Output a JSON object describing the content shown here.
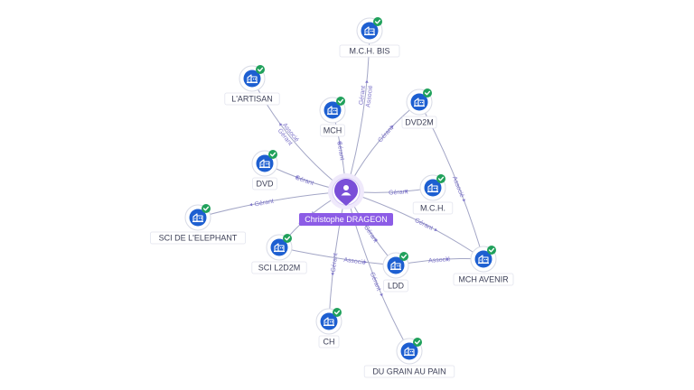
{
  "center": {
    "label": "Christophe DRAGEON"
  },
  "nodes": [
    {
      "id": "mch-bis",
      "label": "M.C.H. BIS"
    },
    {
      "id": "lartisan",
      "label": "L'ARTISAN"
    },
    {
      "id": "mch",
      "label": "MCH"
    },
    {
      "id": "dvd2m",
      "label": "DVD2M"
    },
    {
      "id": "dvd",
      "label": "DVD"
    },
    {
      "id": "m-c-h",
      "label": "M.C.H."
    },
    {
      "id": "sci-elephant",
      "label": "SCI DE L'ELEPHANT"
    },
    {
      "id": "sci-l2d2m",
      "label": "SCI L2D2M"
    },
    {
      "id": "mch-avenir",
      "label": "MCH AVENIR"
    },
    {
      "id": "ldd",
      "label": "LDD"
    },
    {
      "id": "ch",
      "label": "CH"
    },
    {
      "id": "du-grain",
      "label": "DU GRAIN AU PAIN"
    }
  ],
  "edges": [
    {
      "from": "center",
      "to": "mch-bis",
      "labels": [
        "Gérant",
        "Associé"
      ]
    },
    {
      "from": "center",
      "to": "lartisan",
      "labels": [
        "Gérant",
        "Associé"
      ]
    },
    {
      "from": "center",
      "to": "mch",
      "labels": [
        "Gérant"
      ]
    },
    {
      "from": "center",
      "to": "dvd2m",
      "labels": [
        "Gérant"
      ]
    },
    {
      "from": "center",
      "to": "dvd",
      "labels": [
        "Gérant"
      ]
    },
    {
      "from": "center",
      "to": "m-c-h",
      "labels": [
        "Gérant"
      ]
    },
    {
      "from": "center",
      "to": "sci-elephant",
      "labels": [
        "Gérant"
      ]
    },
    {
      "from": "center",
      "to": "sci-l2d2m",
      "labels": [
        "Gérant"
      ]
    },
    {
      "from": "center",
      "to": "mch-avenir",
      "labels": [
        "Gérant"
      ]
    },
    {
      "from": "center",
      "to": "ldd",
      "labels": [
        "Gérant"
      ]
    },
    {
      "from": "center",
      "to": "ch",
      "labels": [
        "Gérant"
      ]
    },
    {
      "from": "center",
      "to": "du-grain",
      "labels": [
        "Gérant"
      ]
    },
    {
      "from": "dvd2m",
      "to": "mch-avenir",
      "labels": [
        "Associé"
      ]
    },
    {
      "from": "sci-l2d2m",
      "to": "ldd",
      "labels": [
        "Associé"
      ]
    },
    {
      "from": "ldd",
      "to": "mch-avenir",
      "labels": [
        "Associé"
      ]
    }
  ]
}
